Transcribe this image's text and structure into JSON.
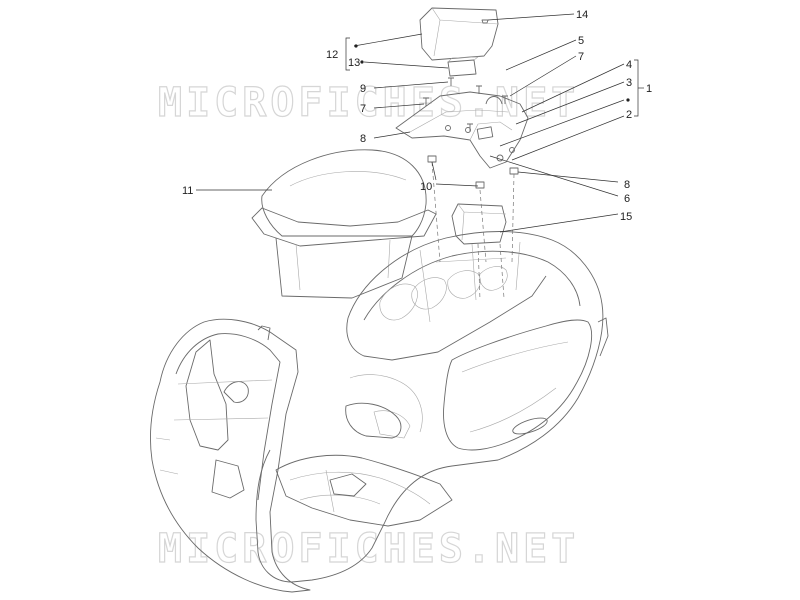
{
  "diagram": {
    "watermarks": [
      "MICROFICHES.NET",
      "MICROFICHES.NET"
    ],
    "callouts": [
      "14",
      "12",
      "13",
      "5",
      "7",
      "4",
      "3",
      "1",
      "9",
      "7",
      "8",
      "2",
      "11",
      "10",
      "8",
      "6",
      "15"
    ]
  },
  "colors": {
    "line": "#6a6a6a",
    "label": "#222222",
    "watermark": "#d6d6d6"
  }
}
